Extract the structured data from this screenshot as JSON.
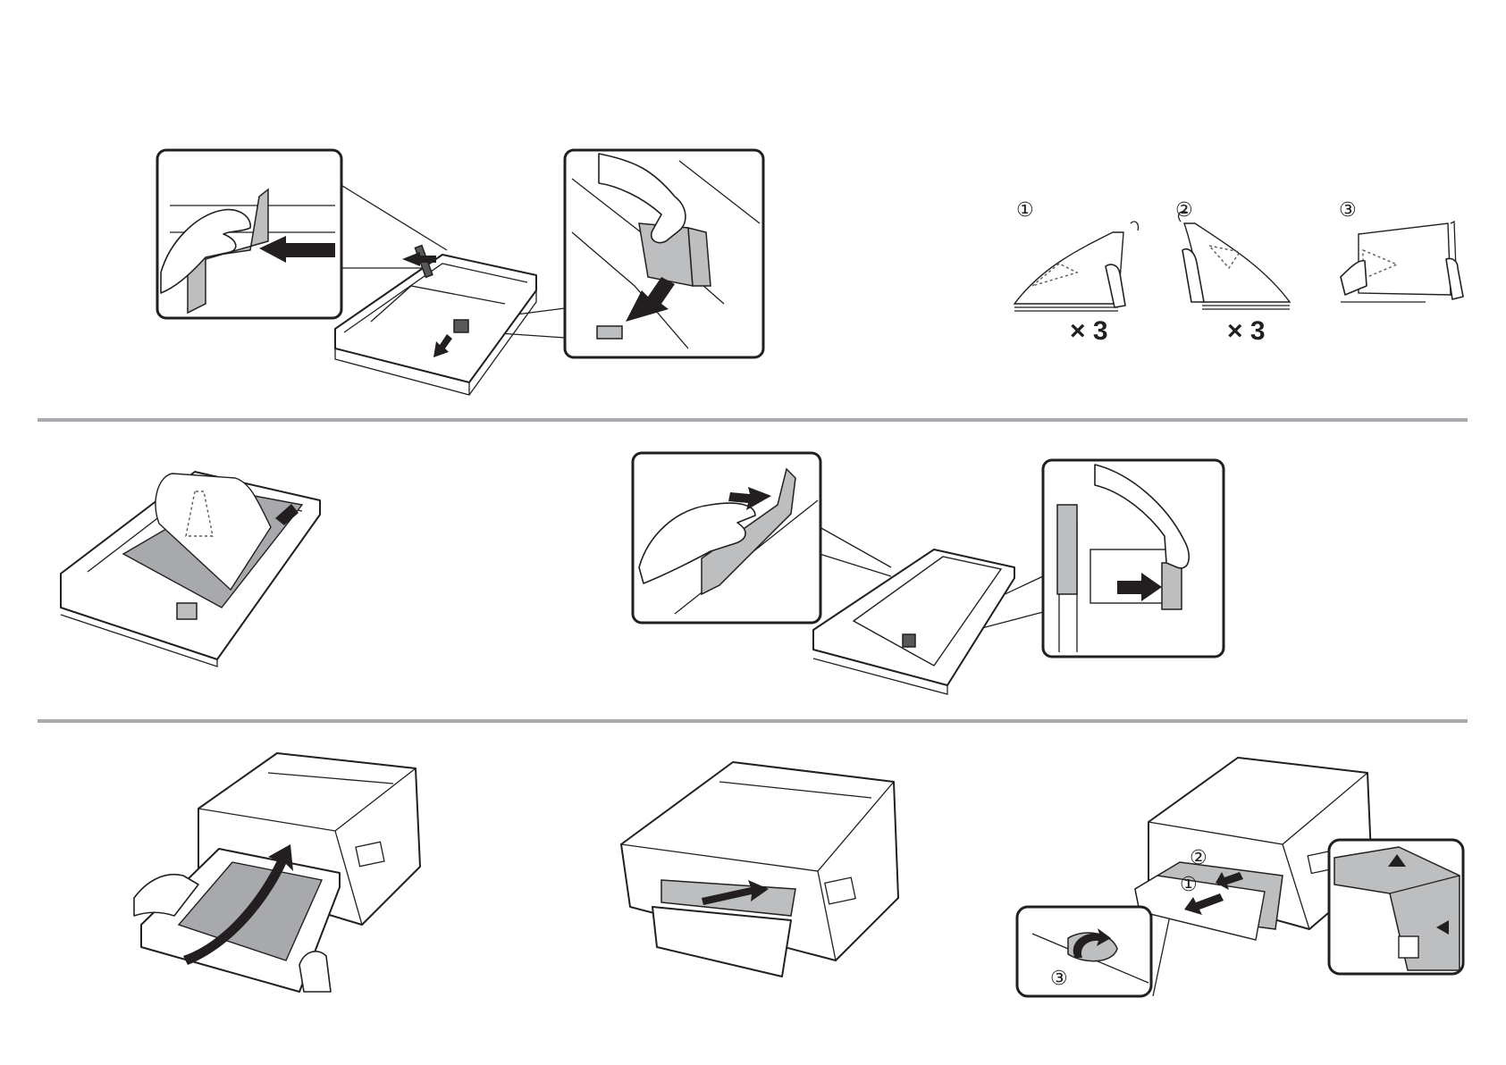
{
  "fan_steps": {
    "step1": {
      "marker": "①",
      "repeat": "× 3"
    },
    "step2": {
      "marker": "②",
      "repeat": "× 3"
    },
    "step3": {
      "marker": "③"
    }
  },
  "finish_steps": {
    "step1": "①",
    "step2": "②",
    "step3": "③"
  },
  "colors": {
    "line": "#231f20",
    "divider": "#a7a9ac",
    "part_grey": "#bcbec0",
    "paper_grey": "#a7a9ac"
  }
}
